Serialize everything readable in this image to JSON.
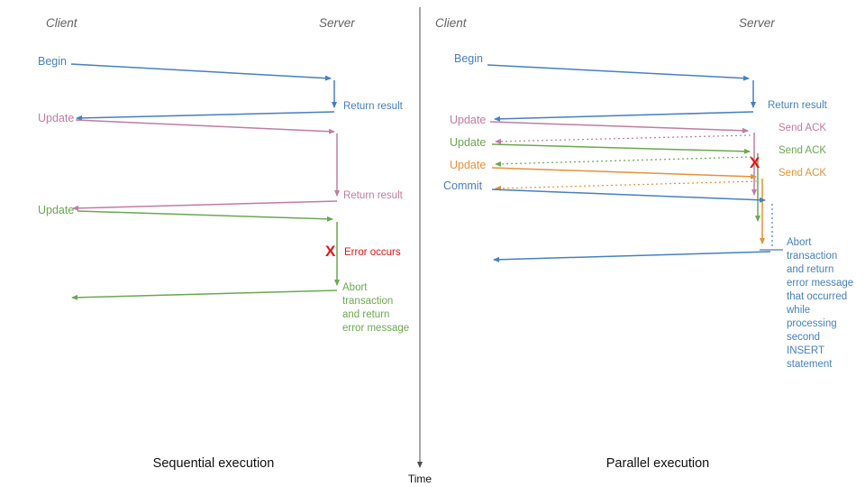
{
  "colors": {
    "blue": "#4580c2",
    "magenta": "#c27ba0",
    "green": "#6aa84f",
    "orange": "#e69138",
    "red": "#e31212",
    "header_gray": "#636363",
    "timeline_gray": "#4d4d4d"
  },
  "timeline": {
    "label": "Time"
  },
  "left_panel": {
    "client_header": "Client",
    "server_header": "Server",
    "caption": "Sequential execution",
    "begin_label": "Begin",
    "begin_response": "Return result",
    "update1_label": "Update",
    "update1_response": "Return result",
    "update2_label": "Update",
    "error_mark": "X",
    "error_label": "Error occurs",
    "abort_text": "Abort\ntransaction\nand return\nerror message"
  },
  "right_panel": {
    "client_header": "Client",
    "server_header": "Server",
    "caption": "Parallel execution",
    "begin_label": "Begin",
    "begin_response": "Return result",
    "update1_label": "Update",
    "update1_ack": "Send ACK",
    "update2_label": "Update",
    "update2_ack": "Send ACK",
    "update3_label": "Update",
    "update3_ack": "Send ACK",
    "commit_label": "Commit",
    "error_mark": "X",
    "abort_text": "Abort\ntransaction\nand return\nerror message\nthat occurred\nwhile\nprocessing\nsecond\nINSERT\nstatement"
  }
}
